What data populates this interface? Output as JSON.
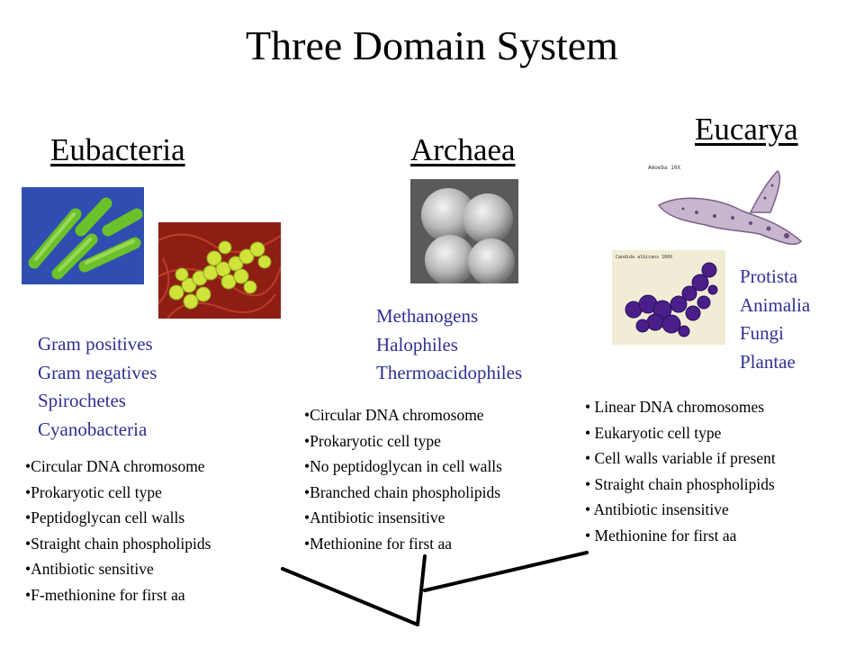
{
  "title": "Three Domain System",
  "colors": {
    "group_text": "#2e3191"
  },
  "domains": {
    "eubacteria": {
      "name": "Eubacteria",
      "images": [
        "rod-bacteria-image",
        "coccus-bacteria-image"
      ],
      "groups": [
        "Gram positives",
        "Gram negatives",
        "Spirochetes",
        "Cyanobacteria"
      ],
      "features": [
        "Circular DNA chromosome",
        "Prokaryotic cell type",
        "Peptidoglycan cell walls",
        "Straight chain phospholipids",
        "Antibiotic sensitive",
        "F-methionine for first aa"
      ]
    },
    "archaea": {
      "name": "Archaea",
      "images": [
        "archaea-micrograph-image"
      ],
      "groups": [
        "Methanogens",
        "Halophiles",
        "Thermoacidophiles"
      ],
      "features": [
        "Circular DNA chromosome",
        "Prokaryotic cell type",
        "No peptidoglycan in cell walls",
        "Branched chain phospholipids",
        "Antibiotic insensitive",
        "Methionine for first aa"
      ]
    },
    "eucarya": {
      "name": "Eucarya",
      "images": [
        "amoeba-image",
        "yeast-cells-image"
      ],
      "image_captions": [
        "Amoeba 10X",
        "Candida albicans 100X"
      ],
      "groups": [
        "Protista",
        "Animalia",
        "Fungi",
        "Plantae"
      ],
      "features": [
        "Linear DNA chromosomes",
        "Eukaryotic cell type",
        "Cell walls variable if present",
        "Straight chain phospholipids",
        "Antibiotic insensitive",
        "Methionine for first aa"
      ]
    }
  }
}
